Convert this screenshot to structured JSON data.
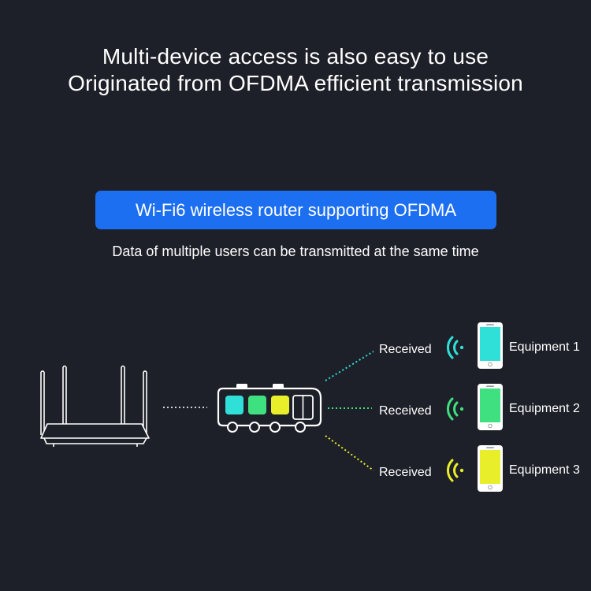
{
  "headline": {
    "line1": "Multi-device access is also easy to use",
    "line2": "Originated from OFDMA efficient transmission"
  },
  "banner": {
    "label": "Wi-Fi6 wireless router supporting OFDMA"
  },
  "subtitle": "Data of multiple users can be transmitted at the same time",
  "links": [
    {
      "status": "Received",
      "device": "Equipment 1",
      "color": "#2fe0d8"
    },
    {
      "status": "Received",
      "device": "Equipment 2",
      "color": "#3fe07f"
    },
    {
      "status": "Received",
      "device": "Equipment 3",
      "color": "#e8ee2a"
    }
  ],
  "bus_colors": [
    "#2fe0d8",
    "#3fe07f",
    "#e8ee2a"
  ],
  "icons": {
    "router": "router-icon",
    "bus": "data-bus-icon",
    "signal": "wifi-signal-icon",
    "phone": "smartphone-icon"
  }
}
